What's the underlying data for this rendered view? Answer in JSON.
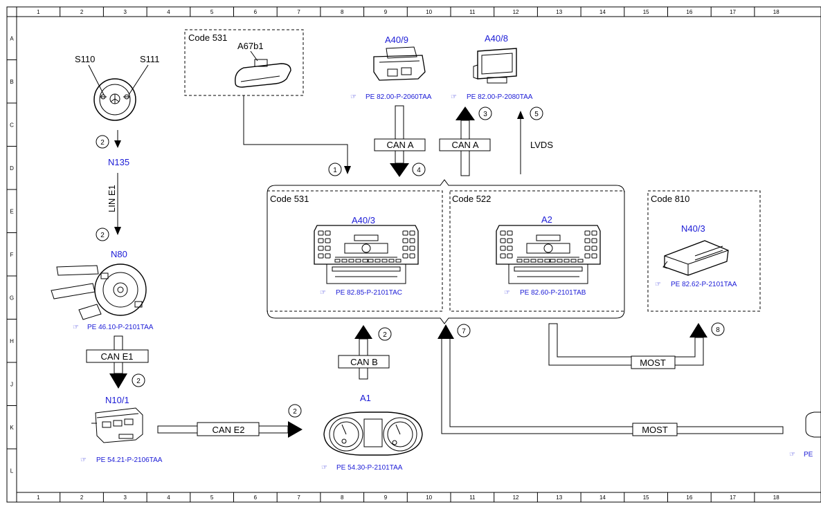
{
  "frame": {
    "columns": [
      "1",
      "2",
      "3",
      "4",
      "5",
      "6",
      "7",
      "8",
      "9",
      "10",
      "11",
      "12",
      "13",
      "14",
      "15",
      "16",
      "17",
      "18"
    ],
    "rows": [
      "A",
      "B",
      "C",
      "D",
      "E",
      "F",
      "G",
      "H",
      "J",
      "K",
      "L"
    ]
  },
  "components": {
    "s110": "S110",
    "s111": "S111",
    "n135": "N135",
    "n80": "N80",
    "n80_ref": "PE 46.10-P-2101TAA",
    "n10_1": "N10/1",
    "n10_1_ref": "PE 54.21-P-2106TAA",
    "a1": "A1",
    "a1_ref": "PE 54.30-P-2101TAA",
    "a67b1": "A67b1",
    "a40_9": "A40/9",
    "a40_9_ref": "PE 82.00-P-2060TAA",
    "a40_8": "A40/8",
    "a40_8_ref": "PE 82.00-P-2080TAA",
    "a40_3": "A40/3",
    "a40_3_ref": "PE 82.85-P-2101TAC",
    "a2": "A2",
    "a2_ref": "PE 82.60-P-2101TAB",
    "n40_3": "N40/3",
    "n40_3_ref": "PE 82.62-P-2101TAA",
    "offpage_ref": "PE"
  },
  "codes": {
    "code531_top": "Code 531",
    "code531_unit": "Code 531",
    "code522": "Code 522",
    "code810": "Code 810"
  },
  "buses": {
    "lin_e1": "LIN E1",
    "can_e1": "CAN E1",
    "can_e2": "CAN E2",
    "can_a_left": "CAN A",
    "can_a_right": "CAN A",
    "lvds": "LVDS",
    "can_b": "CAN B",
    "most_top": "MOST",
    "most_bottom": "MOST"
  },
  "markers": {
    "m1": "1",
    "m2a": "2",
    "m2b": "2",
    "m2c": "2",
    "m2d": "2",
    "m2e": "2",
    "m3": "3",
    "m4": "4",
    "m5": "5",
    "m7": "7",
    "m8": "8"
  },
  "colors": {
    "label_blue": "#1a1ad6",
    "line": "#000000"
  }
}
